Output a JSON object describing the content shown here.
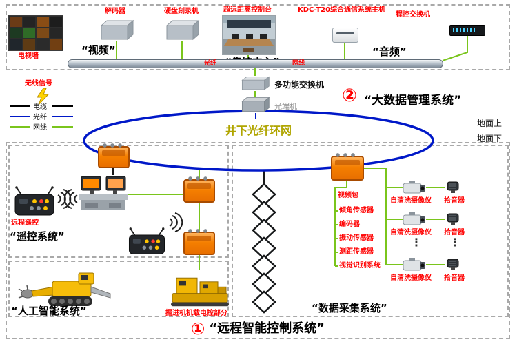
{
  "top": {
    "tv_wall": "电视墙",
    "decoder": "解码器",
    "recorder": "硬盘刻录机",
    "video_title": "“视频”",
    "console": "超远距离控制台",
    "center_title": "“集控中心”",
    "kdc": "KDC-T20综合通信系统主机",
    "pbx": "程控交换机",
    "audio_title": "“音频”",
    "bus_tag_left": "光纤",
    "bus_tag_right": "网线"
  },
  "legend": {
    "wireless": "无线信号",
    "cable": "电缆",
    "fiber": "光纤",
    "network": "网线"
  },
  "mid": {
    "switch": "多功能交换机",
    "optical": "光端机",
    "badge2": "②",
    "bigdata_title": "“大数据管理系统”",
    "ground_up": "地面上",
    "ground_down": "地面下",
    "ring": "井下光纤环网"
  },
  "remote": {
    "remote_label": "远程遥控",
    "title": "“遥控系统”"
  },
  "ai": {
    "title": "“人工智能系统”",
    "machine_label": "掘进机机载电控部分"
  },
  "daq": {
    "video_pack": "视频包",
    "sensors": [
      "倾角传感器",
      "编码器",
      "振动传感器",
      "测距传感器",
      "视觉识别系统"
    ],
    "camera": "自清洗摄像仪",
    "mic": "拾音器",
    "dots": "⋮",
    "title": "“数据采集系统”"
  },
  "footer": {
    "badge1": "①",
    "title": "“远程智能控制系统”"
  },
  "colors": {
    "red_label": "#ff0000",
    "green_line": "#7ac51c",
    "fiber_blue": "#0018c8",
    "orange_box": "#f57f00"
  }
}
